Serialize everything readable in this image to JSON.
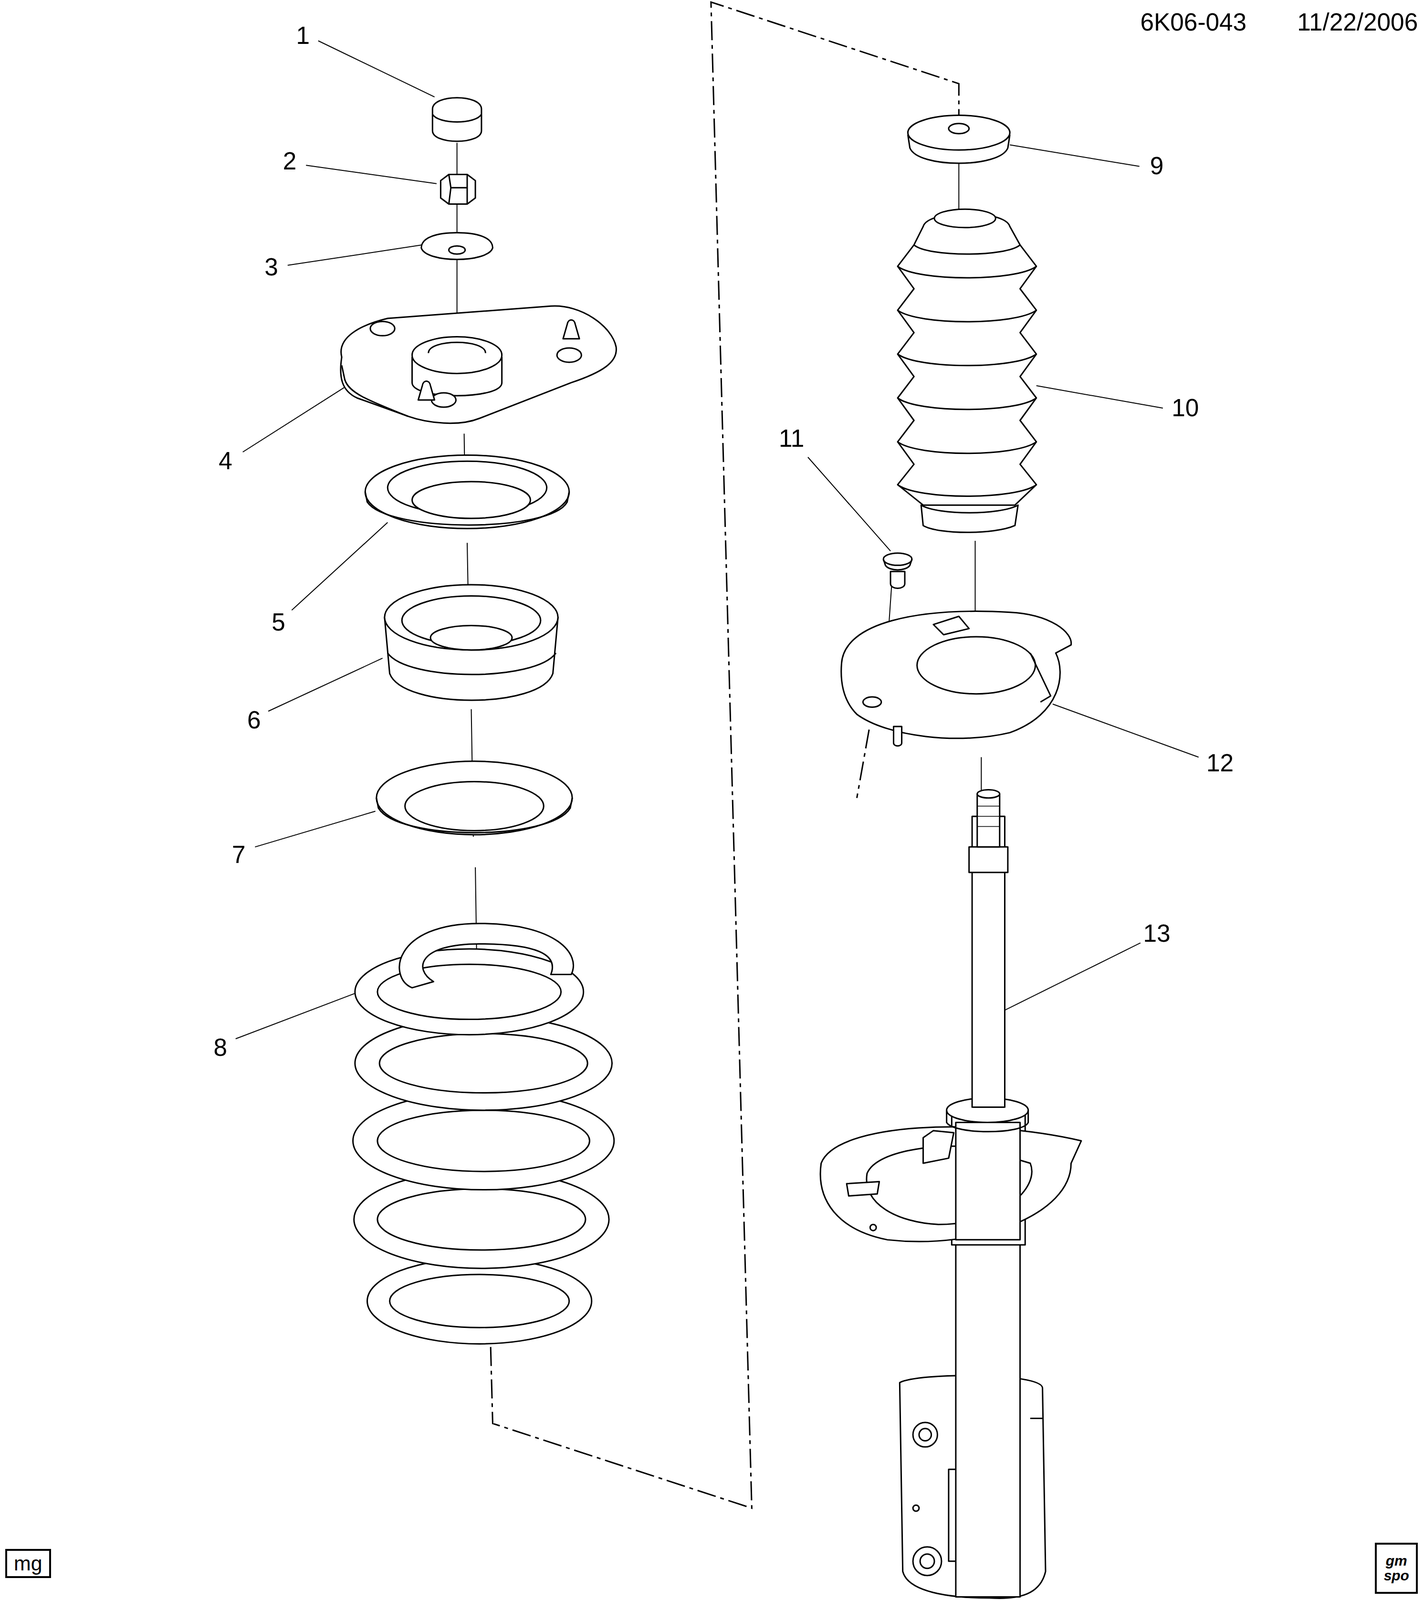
{
  "diagram": {
    "nodes": [
      {
        "text": [
          "mg"
        ]
      },
      {
        "text": [
          "gm spo"
        ]
      }
    ],
    "labels": [
      "6K06-043",
      "11/22/2006",
      "1",
      "2",
      "3",
      "4",
      "5",
      "6",
      "7",
      "8",
      "9",
      "10",
      "11",
      "12",
      "13"
    ]
  }
}
